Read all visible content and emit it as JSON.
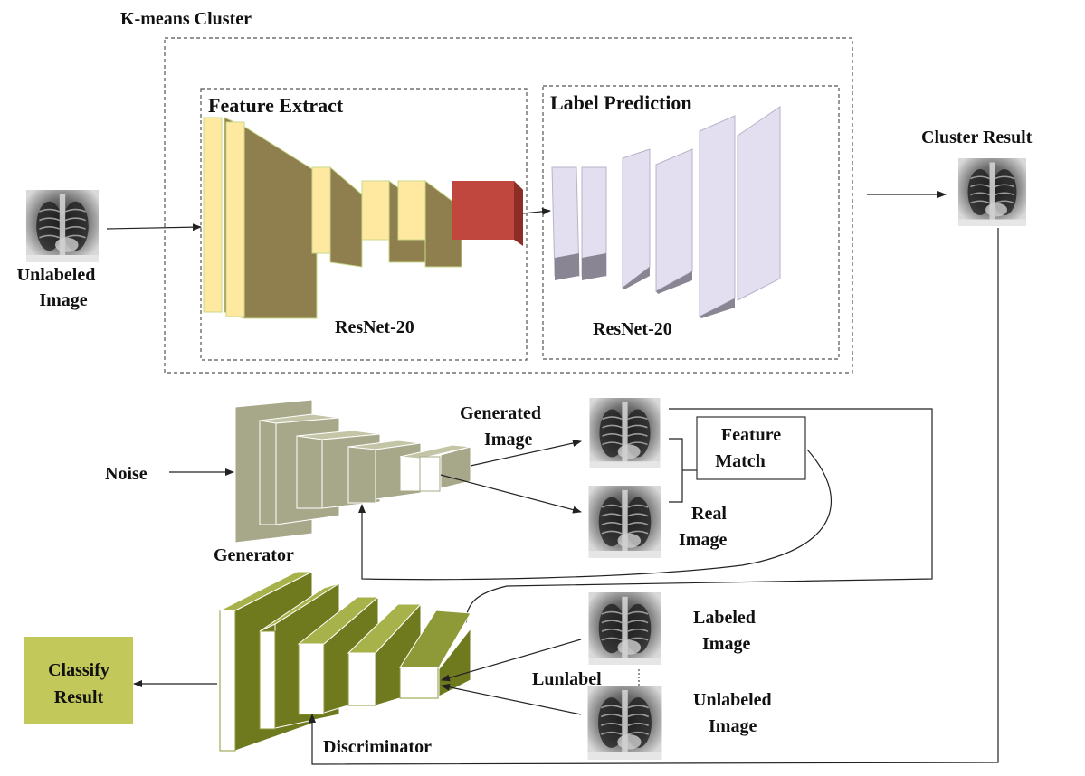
{
  "labels": {
    "kmeans_title": "K-means Cluster",
    "feature_extract": "Feature Extract",
    "label_prediction": "Label Prediction",
    "resnet_left": "ResNet-20",
    "resnet_right": "ResNet-20",
    "cluster_result": "Cluster Result",
    "unlabeled_image_top_1": "Unlabeled",
    "unlabeled_image_top_2": "Image",
    "noise": "Noise",
    "generator": "Generator",
    "generated_image_1": "Generated",
    "generated_image_2": "Image",
    "feature_match_1": "Feature",
    "feature_match_2": "Match",
    "real_image_1": "Real",
    "real_image_2": "Image",
    "labeled_image_1": "Labeled",
    "labeled_image_2": "Image",
    "lunlabel": "Lunlabel",
    "unlabeled_image_bottom_1": "Unlabeled",
    "unlabeled_image_bottom_2": "Image",
    "discriminator": "Discriminator",
    "classify_result_1": "Classify",
    "classify_result_2": "Result"
  },
  "colors": {
    "feature_layer": "#ffe9a0",
    "feature_side": "#8f7e4e",
    "output_block": "#c0473d",
    "prediction_layer": "#e4dff0",
    "generator_layer": "#a7a88a",
    "discriminator_layer": "#8e9a38",
    "classify_box": "#c2c85a"
  }
}
